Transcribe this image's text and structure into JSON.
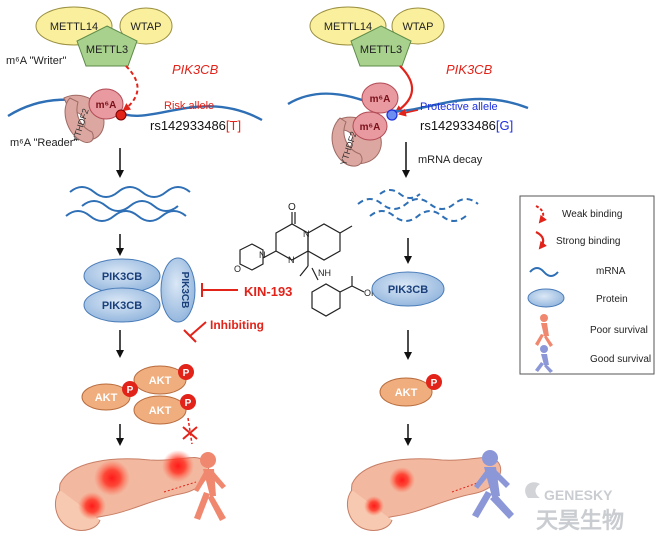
{
  "colors": {
    "red": "#e2231a",
    "blue": "#1d2fe0",
    "protein_fill": "#b9d1ea",
    "protein_stroke": "#4a7cb8",
    "mrna": "#2e6fb5",
    "writer_fill": "#f9ef9c",
    "writer_center": "#a8d18d",
    "reader_fill": "#dca7a0",
    "akt_fill": "#f0ad7e",
    "pancreas": "#f3b8a0",
    "poor_survival": "#f08870",
    "good_survival": "#8c97d8"
  },
  "left": {
    "complex": {
      "mettl14": "METTL14",
      "wtap": "WTAP",
      "mettl3": "METTL3"
    },
    "writer_label": "m⁶A \"Writer\"",
    "gene": "PIK3CB",
    "m6a": "m⁶A",
    "reader": "YTHDF2",
    "reader_label": "m⁶A \"Reader\"",
    "allele_label": "Risk allele",
    "snp_text": "rs142933486",
    "snp_allele": "[T]",
    "proteins": [
      "PIK3CB",
      "PIK3CB",
      "PIK3CB"
    ],
    "akt": [
      "AKT",
      "AKT",
      "AKT"
    ],
    "p": "P"
  },
  "right": {
    "complex": {
      "mettl14": "METTL14",
      "wtap": "WTAP",
      "mettl3": "METTL3"
    },
    "gene": "PIK3CB",
    "m6a": [
      "m⁶A",
      "m⁶A"
    ],
    "reader": "YTHDF2",
    "allele_label": "Protective allele",
    "snp_text": "rs142933486",
    "snp_allele": "[G]",
    "decay_label": "mRNA decay",
    "protein": "PIK3CB",
    "akt": "AKT",
    "p": "P"
  },
  "drug": {
    "name": "KIN-193",
    "inhibit_label": "Inhibiting",
    "atoms": {
      "o1": "O",
      "o2": "O",
      "n1": "N",
      "n2": "N",
      "n3": "N",
      "nh": "NH",
      "oh": "OH"
    }
  },
  "legend": {
    "weak": "Weak binding",
    "strong": "Strong binding",
    "mrna": "mRNA",
    "protein": "Protein",
    "poor": "Poor survival",
    "good": "Good survival"
  },
  "watermark": {
    "en": "GENESKY",
    "cn": "天昊生物"
  }
}
